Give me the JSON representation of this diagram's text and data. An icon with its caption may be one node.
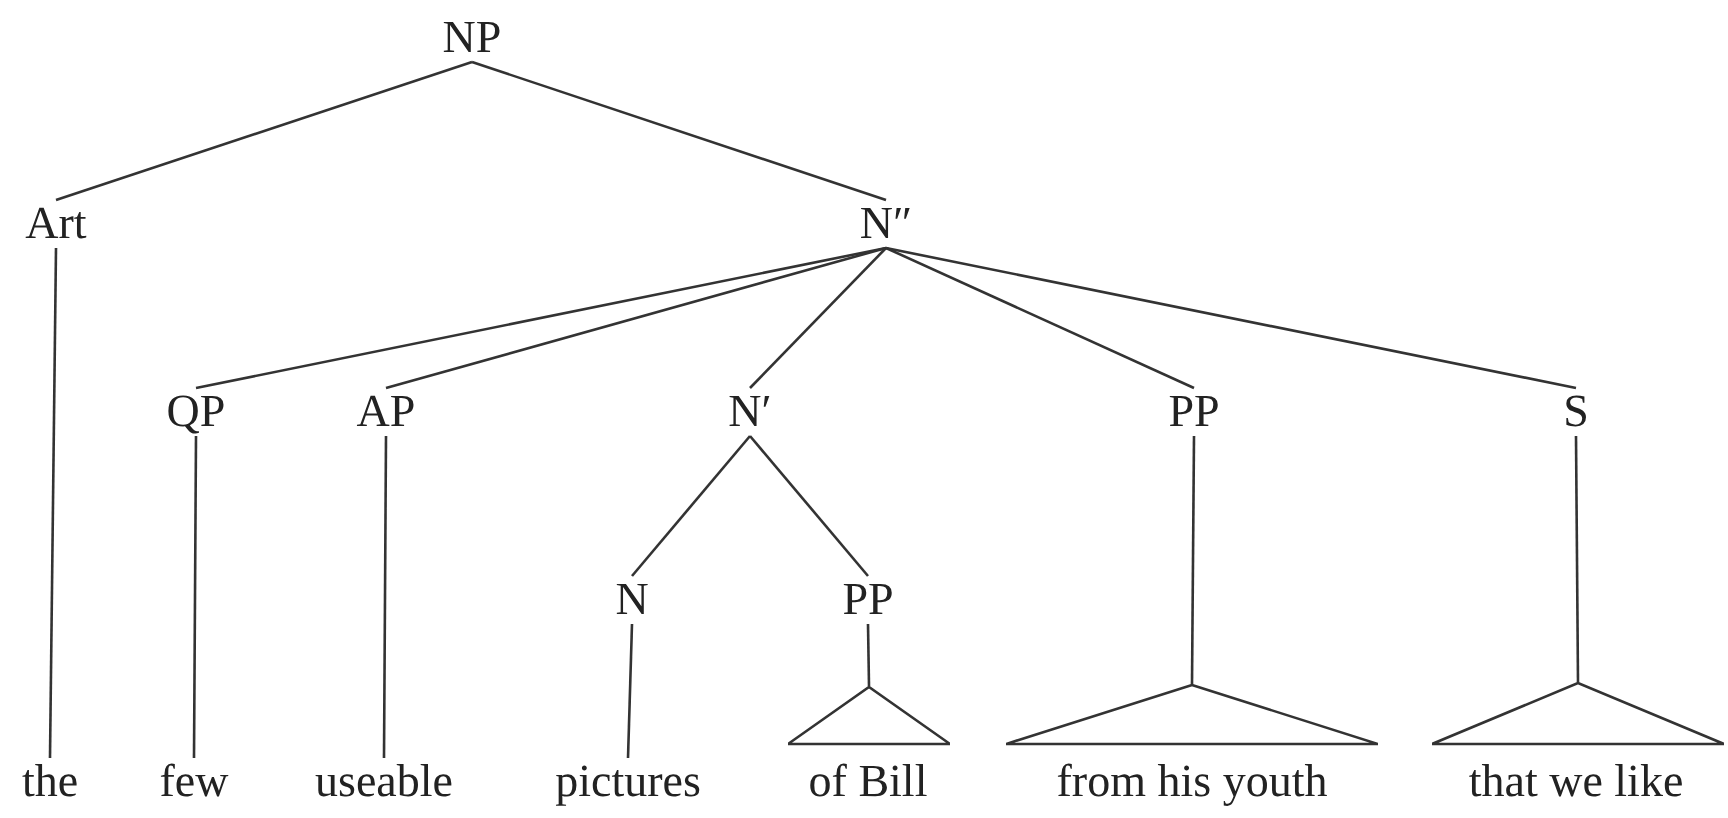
{
  "diagram": {
    "nodes": [
      {
        "text": [
          "NP"
        ]
      },
      {
        "text": [
          "Art"
        ]
      },
      {
        "text": [
          "N″"
        ]
      },
      {
        "text": [
          "QP"
        ]
      },
      {
        "text": [
          "AP"
        ]
      },
      {
        "text": [
          "N′"
        ]
      },
      {
        "text": [
          "PP"
        ]
      },
      {
        "text": [
          "S"
        ]
      },
      {
        "text": [
          "N"
        ]
      },
      {
        "text": [
          "PP"
        ]
      },
      {
        "text": [],
        "shape": "triangle"
      },
      {
        "text": [],
        "shape": "triangle"
      },
      {
        "text": [],
        "shape": "triangle"
      },
      {
        "text": [
          "the"
        ]
      },
      {
        "text": [
          "few"
        ]
      },
      {
        "text": [
          "useable"
        ]
      },
      {
        "text": [
          "pictures"
        ]
      },
      {
        "text": [
          "of Bill"
        ]
      },
      {
        "text": [
          "from his youth"
        ]
      },
      {
        "text": [
          "that we like"
        ]
      }
    ],
    "edges": [
      {
        "from": 0,
        "to": 1,
        "arrow": "none"
      },
      {
        "from": 0,
        "to": 2,
        "arrow": "none"
      },
      {
        "from": 1,
        "to": 13,
        "arrow": "none"
      },
      {
        "from": 2,
        "to": 3,
        "arrow": "none"
      },
      {
        "from": 2,
        "to": 4,
        "arrow": "none"
      },
      {
        "from": 2,
        "to": 5,
        "arrow": "none"
      },
      {
        "from": 2,
        "to": 6,
        "arrow": "none"
      },
      {
        "from": 2,
        "to": 7,
        "arrow": "none"
      },
      {
        "from": 3,
        "to": 14,
        "arrow": "none"
      },
      {
        "from": 4,
        "to": 15,
        "arrow": "none"
      },
      {
        "from": 5,
        "to": 8,
        "arrow": "none"
      },
      {
        "from": 5,
        "to": 9,
        "arrow": "none"
      },
      {
        "from": 8,
        "to": 16,
        "arrow": "none"
      },
      {
        "from": 9,
        "to": 10,
        "arrow": "none"
      },
      {
        "from": 6,
        "to": 11,
        "arrow": "none"
      },
      {
        "from": 7,
        "to": 12,
        "arrow": "none"
      }
    ]
  }
}
